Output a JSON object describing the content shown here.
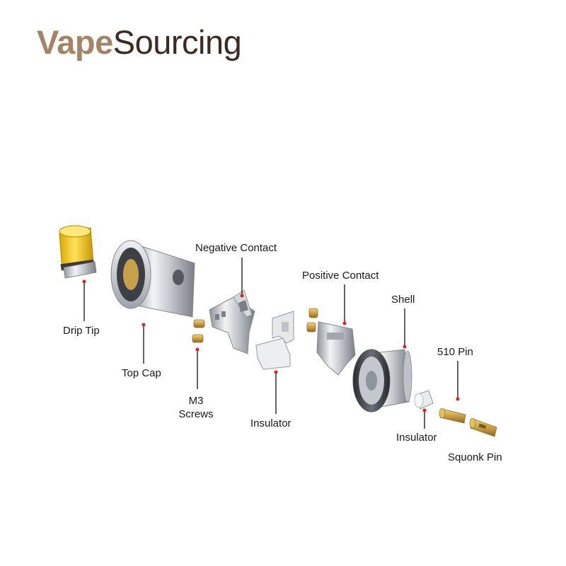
{
  "brand": {
    "vape": "Vape",
    "sourcing": "Sourcing"
  },
  "labels": {
    "drip_tip": "Drip Tip",
    "top_cap": "Top Cap",
    "negative_contact": "Negative Contact",
    "m3_screws_1": "M3",
    "m3_screws_2": "Screws",
    "insulator_1": "Insulator",
    "positive_contact": "Positive Contact",
    "shell": "Shell",
    "pin_510": "510 Pin",
    "insulator_2": "Insulator",
    "squonk_pin": "Squonk Pin"
  },
  "colors": {
    "marker": "#e02020",
    "leader": "#222222",
    "drip_tip": "#e8c21e",
    "metal": "#c9ccd0",
    "brass": "#c8a24a"
  }
}
